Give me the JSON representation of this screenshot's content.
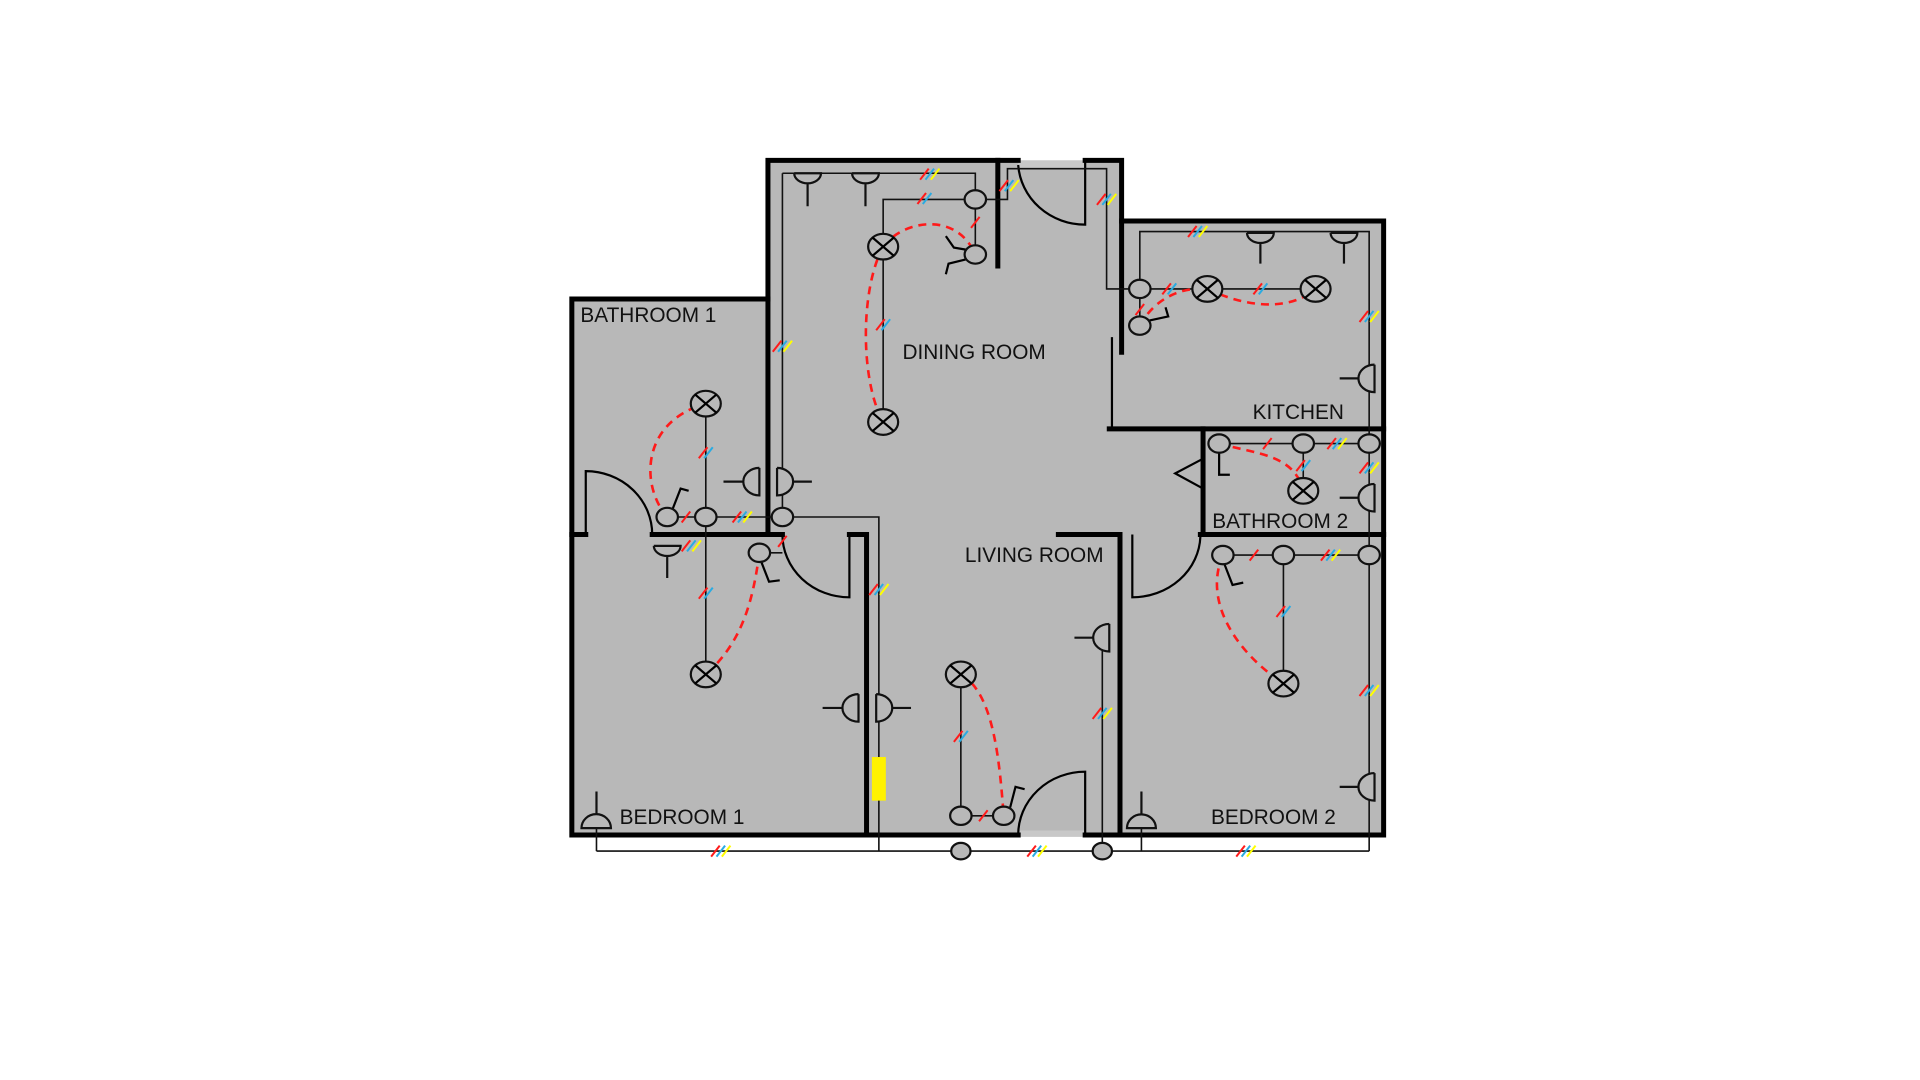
{
  "rooms": {
    "bathroom1": "BATHROOM 1",
    "dining": "DINING ROOM",
    "kitchen": "KITCHEN",
    "bathroom2": "BATHROOM 2",
    "living": "LIVING ROOM",
    "bedroom1": "BEDROOM 1",
    "bedroom2": "BEDROOM 2"
  },
  "colors": {
    "floor": "#b8b8b8",
    "door_gap": "#c8c8c8",
    "wall": "#000000",
    "switch_link": "#ff1a1a",
    "wire_phase": "#ff1a1a",
    "wire_neutral": "#29abe2",
    "wire_ground": "#ffff00",
    "panel": "#fff200"
  },
  "legend_symbols": [
    "ceiling-lamp",
    "switch",
    "pendant-lamp",
    "wall-outlet",
    "floor-lamp",
    "distribution-panel",
    "junction-box"
  ]
}
